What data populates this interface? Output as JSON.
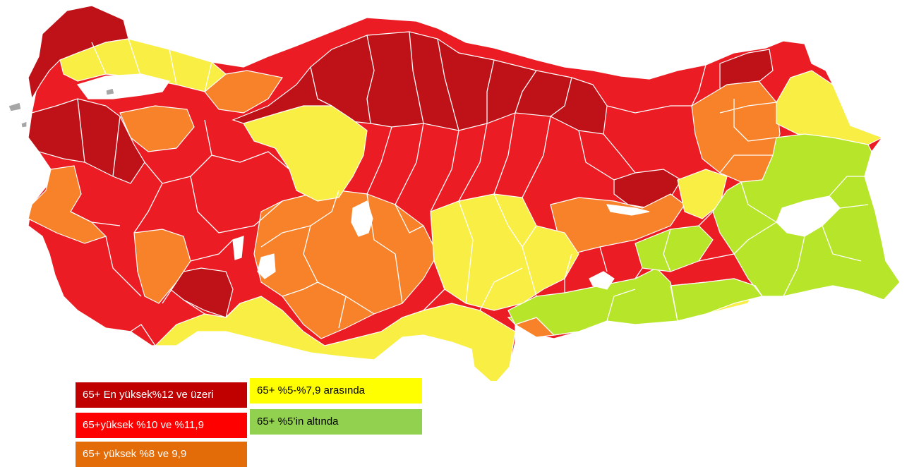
{
  "colors": {
    "dark_red": "#BE1218",
    "red": "#EC1C24",
    "orange": "#F7822A",
    "yellow": "#F9EE44",
    "green": "#B6E52A",
    "lake": "#FFFFFF",
    "island": "#A6A6A6",
    "border": "#FFFFFF"
  },
  "legend": [
    {
      "id": "darkred",
      "label": "65+ En yüksek%12 ve üzeri",
      "bg": "#C00000",
      "fg": "#FFFFFF"
    },
    {
      "id": "red",
      "label": "65+yüksek %10 ve %11,9",
      "bg": "#FF0000",
      "fg": "#FFFFFF"
    },
    {
      "id": "orange",
      "label": "65+ yüksek %8 ve 9,9",
      "bg": "#E36C09",
      "fg": "#FFFFFF"
    },
    {
      "id": "yellow",
      "label": "65+ %5-%7,9 arasında",
      "bg": "#FFFF00",
      "fg": "#000000"
    },
    {
      "id": "green",
      "label": "65+ %5’in altında",
      "bg": "#92D050",
      "fg": "#000000"
    }
  ]
}
